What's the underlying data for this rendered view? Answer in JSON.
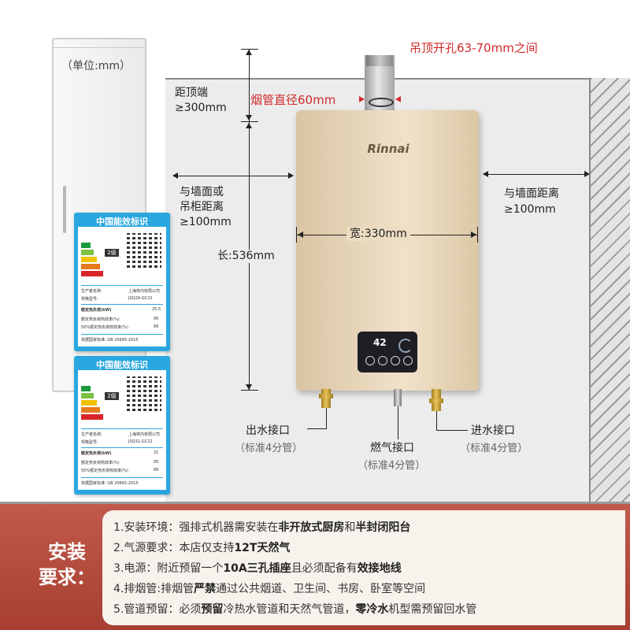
{
  "annotations": {
    "unit": "（单位:mm）",
    "ceiling_hole": "吊顶开孔63-70mm之间",
    "flue_diameter": "烟管直径60mm",
    "top_clearance_label": "距顶端",
    "top_clearance_value": "≥300mm",
    "left_clearance_line1": "与墙面或",
    "left_clearance_line2": "吊柜距离",
    "left_clearance_value": "≥100mm",
    "right_clearance_label": "与墙面距离",
    "right_clearance_value": "≥100mm",
    "width": "宽:330mm",
    "height": "长:536mm"
  },
  "heater": {
    "brand": "Rinnai",
    "display_temp": "42"
  },
  "connections": {
    "water_out": "出水接口",
    "water_out_spec": "（标准4分管）",
    "gas": "燃气接口",
    "gas_spec": "（标准4分管）",
    "water_in": "进水接口",
    "water_in_spec": "（标准4分管）"
  },
  "energy_labels": [
    {
      "title": "中国能效标识",
      "grade": "2级",
      "manufacturer_label": "生产者名称:",
      "manufacturer": "上海林内有限公司",
      "model_label": "规格型号:",
      "model": "JSQ24-GC22",
      "load_label": "额定热负荷(kW)",
      "load": "25.5",
      "eff1_label": "额定热负荷热效率(%)",
      "eff1": "95",
      "eff2_label": "50%额定热负荷热效率(%)",
      "eff2": "89",
      "standard": "依据国家标准: GB 20665-2015"
    },
    {
      "title": "中国能效标识",
      "grade": "2级",
      "manufacturer_label": "生产者名称:",
      "manufacturer": "上海林内有限公司",
      "model_label": "规格型号:",
      "model": "JSQ31-GC22",
      "load_label": "额定热负荷(kW)",
      "load": "31",
      "eff1_label": "额定热负荷热效率(%)",
      "eff1": "95",
      "eff2_label": "50%额定热负荷热效率(%)",
      "eff2": "89",
      "standard": "依据国家标准: GB 20665-2015"
    }
  ],
  "requirements": {
    "title_line1": "安装",
    "title_line2": "要求：",
    "items": [
      {
        "pre": "1.安装环境：强排式机器需安装在",
        "b1": "非开放式厨房",
        "mid": "和",
        "b2": "半封闭阳台",
        "post": ""
      },
      {
        "pre": "2.气源要求：本店仅支持",
        "b1": "12T天然气",
        "mid": "",
        "b2": "",
        "post": ""
      },
      {
        "pre": "3.电源：附近预留一个",
        "b1": "10A三孔插座",
        "mid": "且必须配备有",
        "b2": "效接地线",
        "post": ""
      },
      {
        "pre": "4.排烟管:排烟管",
        "b1": "严禁",
        "mid": "通过公共烟道、卫生间、书房、卧室等空间",
        "b2": "",
        "post": ""
      },
      {
        "pre": "5.管道预留：必须",
        "b1": "预留",
        "mid": "冷热水管道和天然气管道，",
        "b2": "零冷水",
        "post": "机型需预留回水管"
      }
    ]
  }
}
